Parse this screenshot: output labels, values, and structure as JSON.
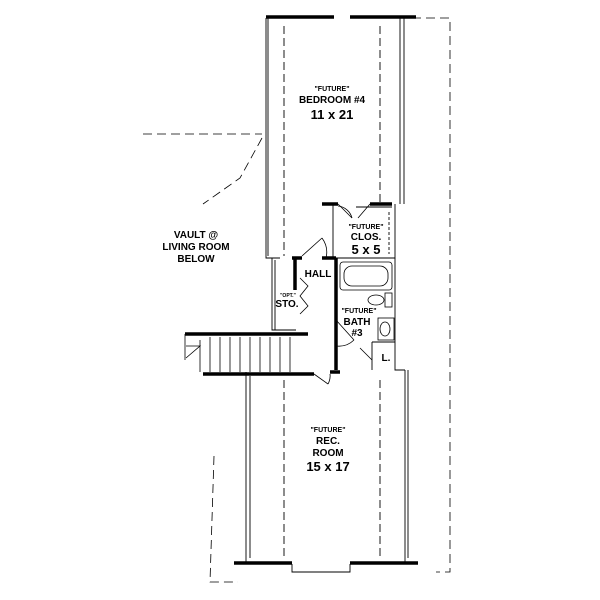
{
  "rooms": {
    "bedroom": {
      "prefix": "\"FUTURE\"",
      "name": "BEDROOM #4",
      "size": "11 x 21"
    },
    "closet": {
      "prefix": "\"FUTURE\"",
      "name": "CLOS.",
      "size": "5 x 5"
    },
    "hall": {
      "name": "HALL"
    },
    "storage": {
      "prefix": "\"OPT.\"",
      "name": "STO."
    },
    "bath": {
      "prefix": "\"FUTURE\"",
      "name": "BATH",
      "number": "#3"
    },
    "linen": {
      "name": "L."
    },
    "vault": {
      "line1": "VAULT @",
      "line2": "LIVING ROOM",
      "line3": "BELOW"
    },
    "rec": {
      "prefix": "\"FUTURE\"",
      "name1": "REC.",
      "name2": "ROOM",
      "size": "15 x 17"
    }
  }
}
